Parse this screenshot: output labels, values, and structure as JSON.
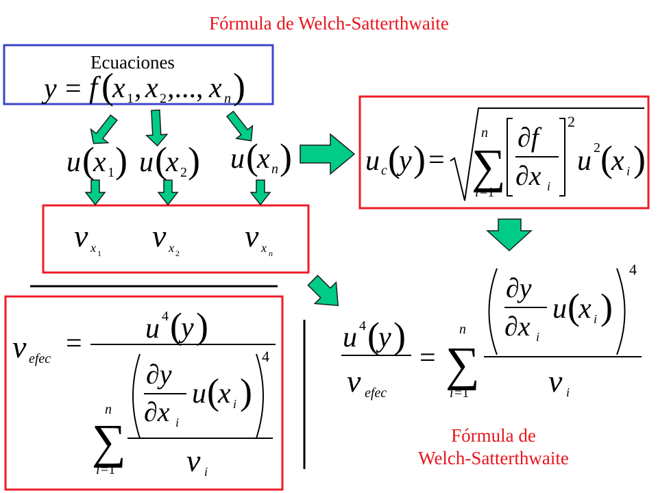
{
  "title": "Fórmula de Welch-Satterthwaite",
  "equations_label": "Ecuaciones",
  "footer": {
    "line1": "Fórmula de",
    "line2": "Welch-Satterthwaite"
  },
  "colors": {
    "title_text": "#e8141c",
    "box_red": "#ee1c24",
    "box_blue": "#3b45c8",
    "arrow_fill": "#00cc88",
    "arrow_stroke": "#1a1a1a"
  }
}
